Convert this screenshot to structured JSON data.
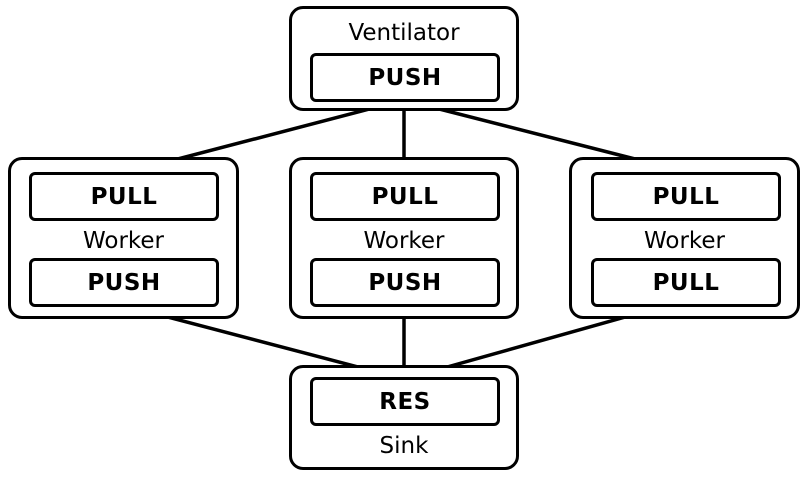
{
  "ventilator": {
    "label": "Ventilator",
    "socket": "PUSH"
  },
  "workers": [
    {
      "label": "Worker",
      "top_socket": "PULL",
      "bottom_socket": "PUSH"
    },
    {
      "label": "Worker",
      "top_socket": "PULL",
      "bottom_socket": "PUSH"
    },
    {
      "label": "Worker",
      "top_socket": "PULL",
      "bottom_socket": "PULL"
    }
  ],
  "sink": {
    "label": "Sink",
    "socket": "RES"
  },
  "colors": {
    "stroke": "#000000",
    "fill": "#ffffff"
  }
}
